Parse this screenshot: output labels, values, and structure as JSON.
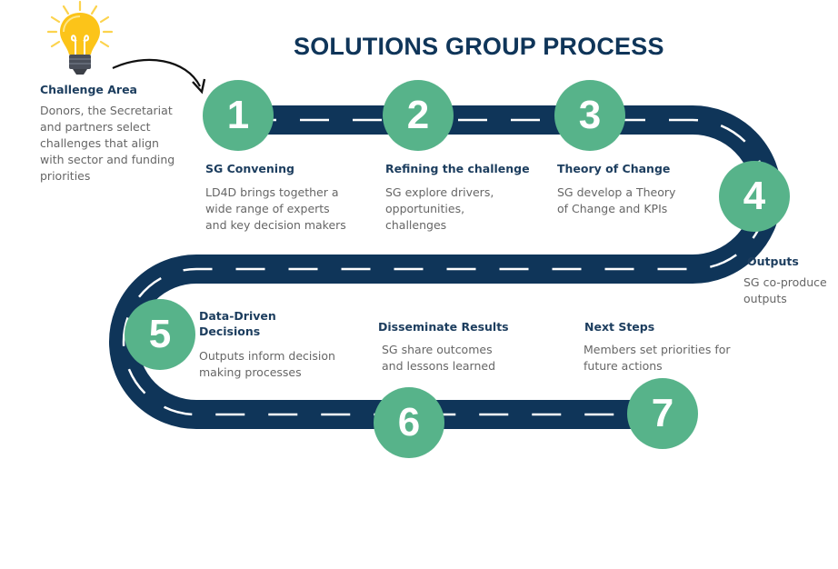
{
  "header": {
    "title": "SOLUTIONS GROUP PROCESS"
  },
  "colors": {
    "road": "#0f3559",
    "circle": "#57b38a",
    "title": "#0f3559",
    "heading": "#1c3d5e",
    "body_text": "#666666",
    "bulb": "#fcc419"
  },
  "intro": {
    "icon": "lightbulb-icon",
    "title": "Challenge Area",
    "lines": [
      "Donors, the Secretariat",
      "and partners select",
      "challenges that align",
      "with sector and funding",
      "priorities"
    ]
  },
  "steps": [
    {
      "number": "1",
      "title": "SG Convening",
      "lines": [
        "LD4D brings together a",
        "wide range of experts",
        "and key decision makers"
      ]
    },
    {
      "number": "2",
      "title": "Refining the challenge",
      "lines": [
        "SG explore drivers,",
        "opportunities,",
        "challenges"
      ]
    },
    {
      "number": "3",
      "title": "Theory of Change",
      "lines": [
        "SG develop a Theory",
        "of Change and KPIs"
      ]
    },
    {
      "number": "4",
      "title": "Outputs",
      "lines": [
        "SG co-produce",
        "outputs"
      ]
    },
    {
      "number": "5",
      "title_lines": [
        "Data-Driven",
        "Decisions"
      ],
      "lines": [
        "Outputs inform decision",
        "making processes"
      ]
    },
    {
      "number": "6",
      "title": "Disseminate Results",
      "lines": [
        "SG share outcomes",
        "and lessons learned"
      ]
    },
    {
      "number": "7",
      "title": "Next Steps",
      "lines": [
        "Members set priorities for",
        "future actions"
      ]
    }
  ]
}
